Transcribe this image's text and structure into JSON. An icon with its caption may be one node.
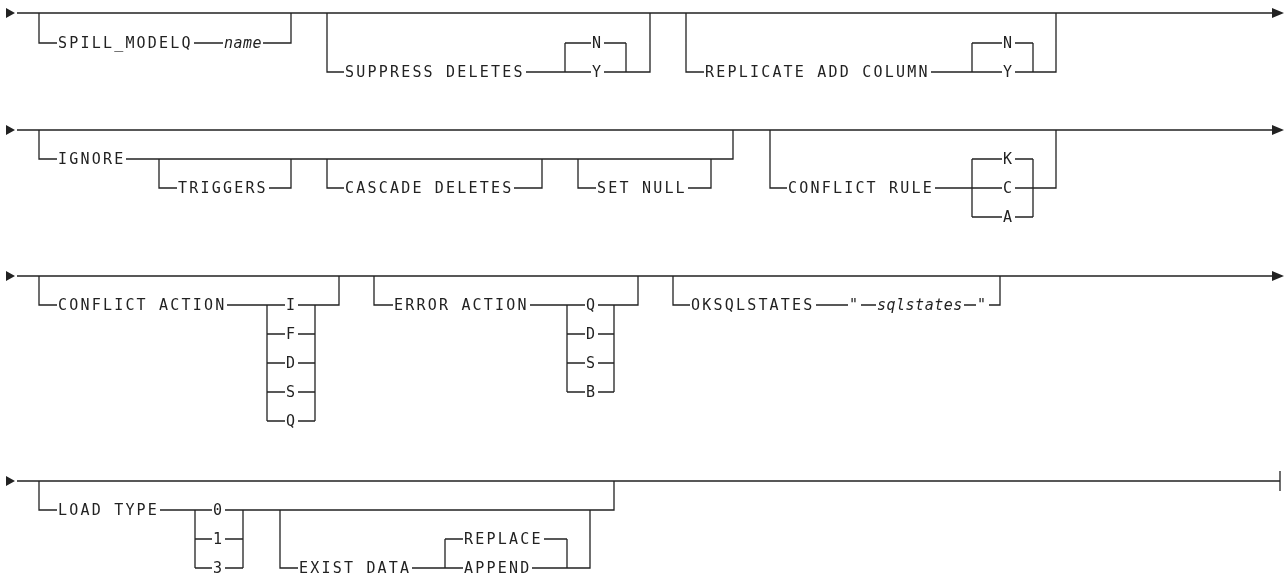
{
  "diagram": {
    "labels": [
      "SPILL_MODELQ",
      "name",
      "SUPPRESS DELETES",
      "N",
      "Y",
      "REPLICATE ADD COLUMN",
      "N",
      "Y",
      "IGNORE",
      "TRIGGERS",
      "CASCADE DELETES",
      "SET NULL",
      "CONFLICT RULE",
      "K",
      "C",
      "A",
      "CONFLICT ACTION",
      "I",
      "F",
      "D",
      "S",
      "Q",
      "ERROR ACTION",
      "Q",
      "D",
      "S",
      "B",
      "OKSQLSTATES",
      "\"",
      "sqlstates",
      "\"",
      "LOAD TYPE",
      "0",
      "1",
      "3",
      "EXIST DATA",
      "REPLACE",
      "APPEND"
    ]
  }
}
